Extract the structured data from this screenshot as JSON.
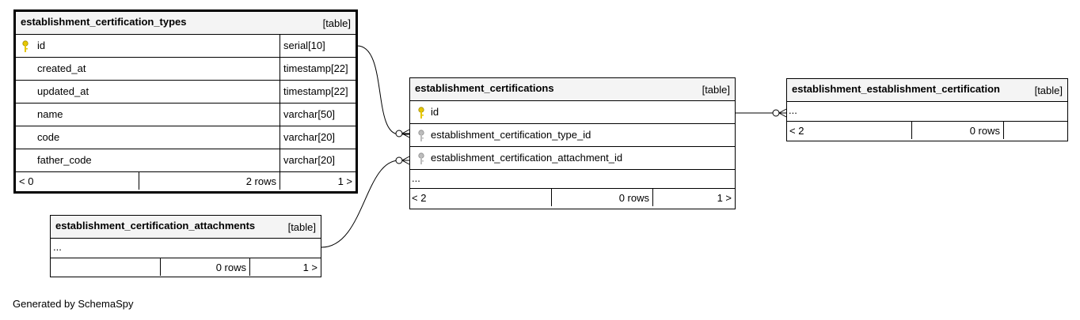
{
  "tables": {
    "types": {
      "name": "establishment_certification_types",
      "kind": "[table]",
      "columns": [
        {
          "name": "id",
          "type": "serial[10]",
          "key": "primary"
        },
        {
          "name": "created_at",
          "type": "timestamp[22]"
        },
        {
          "name": "updated_at",
          "type": "timestamp[22]"
        },
        {
          "name": "name",
          "type": "varchar[50]"
        },
        {
          "name": "code",
          "type": "varchar[20]"
        },
        {
          "name": "father_code",
          "type": "varchar[20]"
        }
      ],
      "footer": {
        "parents": "< 0",
        "rows": "2 rows",
        "children": "1 >"
      }
    },
    "certifications": {
      "name": "establishment_certifications",
      "kind": "[table]",
      "columns": [
        {
          "name": "id",
          "key": "primary"
        },
        {
          "name": "establishment_certification_type_id",
          "key": "foreign"
        },
        {
          "name": "establishment_certification_attachment_id",
          "key": "foreign"
        }
      ],
      "ellipsis": "...",
      "footer": {
        "parents": "< 2",
        "rows": "0 rows",
        "children": "1 >"
      }
    },
    "attachments": {
      "name": "establishment_certification_attachments",
      "kind": "[table]",
      "ellipsis": "...",
      "footer": {
        "parents": "",
        "rows": "0 rows",
        "children": "1 >"
      }
    },
    "join": {
      "name": "establishment_establishment_certification",
      "kind": "[table]",
      "ellipsis": "...",
      "footer": {
        "parents": "< 2",
        "rows": "0 rows",
        "children": ""
      }
    }
  },
  "credit": "Generated by SchemaSpy",
  "colors": {
    "primary_key": "#e6c700",
    "foreign_key": "#a8a8a8",
    "header_bg": "#f4f4f4"
  }
}
